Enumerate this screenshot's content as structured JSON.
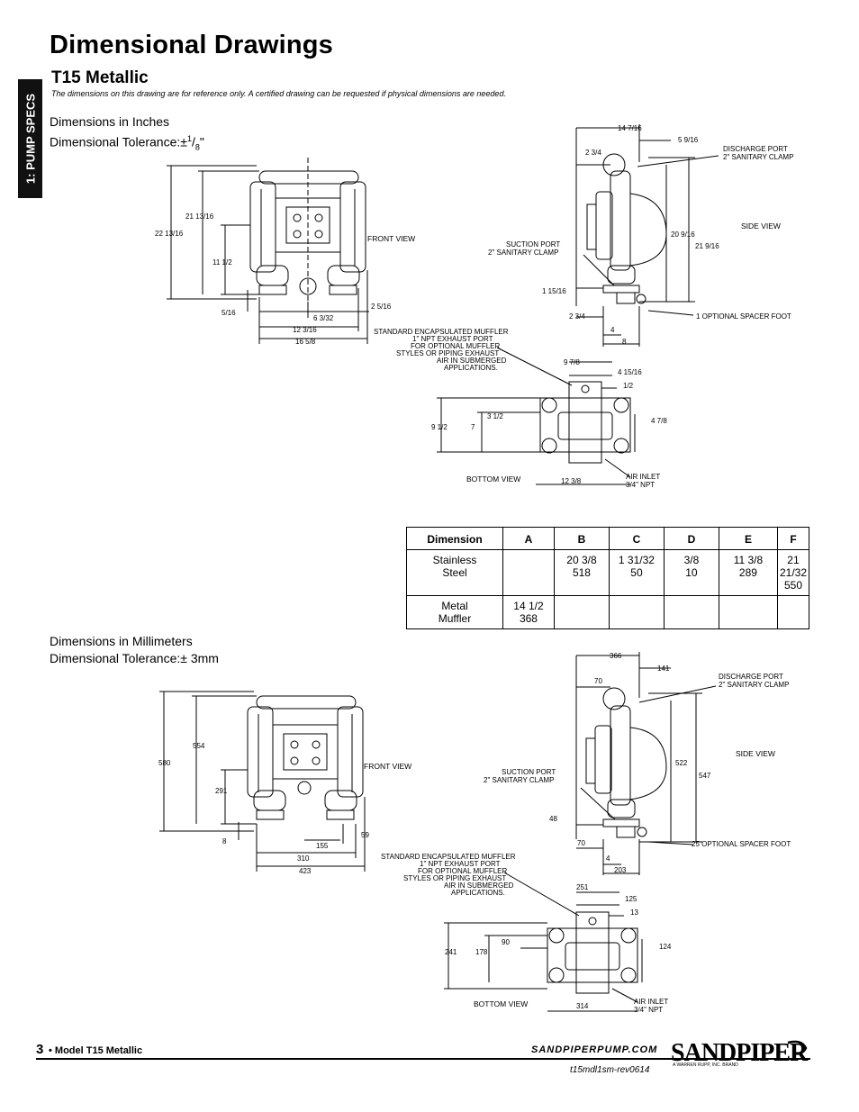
{
  "header": {
    "title": "Dimensional Drawings",
    "subtitle": "T15 Metallic",
    "disclaimer": "The dimensions on this drawing are for reference only.  A certified drawing can be requested if physical dimensions are needed."
  },
  "side_tab": "1: PUMP SPECS",
  "inches": {
    "heading": "Dimensions in Inches",
    "tolerance_prefix": "Dimensional Tolerance:±",
    "tolerance_num": "1",
    "tolerance_den": "8",
    "tolerance_suffix": "\"",
    "front": {
      "view_label": "FRONT VIEW",
      "d1": "22 13/16",
      "d2": "21 13/16",
      "d3": "11 1/2",
      "d4": "5/16",
      "d5": "2 5/16",
      "d6": "6 3/32",
      "d7": "12 3/16",
      "d8": "16 5/8"
    },
    "side": {
      "view_label": "SIDE VIEW",
      "discharge": "DISCHARGE PORT",
      "discharge2": "2\" SANITARY CLAMP",
      "suction": "SUCTION PORT",
      "suction2": "2\" SANITARY CLAMP",
      "spacer": "1 OPTIONAL SPACER FOOT",
      "d1": "14 7/16",
      "d2": "5 9/16",
      "d3": "2 3/4",
      "d4": "20 9/16",
      "d5": "21 9/16",
      "d6": "1 15/16",
      "d7": "2 3/4",
      "d8": "4",
      "d9": "8"
    },
    "bottom": {
      "view_label": "BOTTOM VIEW",
      "muffler": [
        "STANDARD ENCAPSULATED MUFFLER",
        "1\" NPT EXHAUST PORT",
        "FOR OPTIONAL MUFFLER",
        "STYLES OR PIPING EXHAUST",
        "AIR IN SUBMERGED",
        "APPLICATIONS."
      ],
      "air_inlet": "AIR INLET",
      "air_inlet2": "3/4\" NPT",
      "d1": "9 7/8",
      "d2": "4 15/16",
      "d3": "1/2",
      "d4": "3 1/2",
      "d5": "9 1/2",
      "d6": "7",
      "d7": "4 7/8",
      "d8": "12 3/8"
    }
  },
  "table": {
    "headers": [
      "Dimension",
      "A",
      "B",
      "C",
      "D",
      "E",
      "F"
    ],
    "rows": [
      {
        "label1": "Stainless",
        "label2": "Steel",
        "a1": "",
        "a2": "",
        "b1": "20 3/8",
        "b2": "518",
        "c1": "1 31/32",
        "c2": "50",
        "d1": "3/8",
        "d2": "10",
        "e1": "11 3/8",
        "e2": "289",
        "f1": "21 21/32",
        "f2": "550"
      },
      {
        "label1": "Metal",
        "label2": "Muffler",
        "a1": "14 1/2",
        "a2": "368",
        "b1": "",
        "b2": "",
        "c1": "",
        "c2": "",
        "d1": "",
        "d2": "",
        "e1": "",
        "e2": "",
        "f1": "",
        "f2": ""
      }
    ]
  },
  "mm": {
    "heading": "Dimensions in Millimeters",
    "tolerance": "Dimensional Tolerance:± 3mm",
    "front": {
      "view_label": "FRONT VIEW",
      "d1": "580",
      "d2": "554",
      "d3": "291",
      "d4": "8",
      "d5": "59",
      "d6": "155",
      "d7": "310",
      "d8": "423"
    },
    "side": {
      "view_label": "SIDE VIEW",
      "discharge": "DISCHARGE PORT",
      "discharge2": "2\" SANITARY CLAMP",
      "suction": "SUCTION PORT",
      "suction2": "2\" SANITARY CLAMP",
      "spacer": "25 OPTIONAL SPACER FOOT",
      "d1": "366",
      "d2": "141",
      "d3": "70",
      "d4": "522",
      "d5": "547",
      "d6": "48",
      "d7": "70",
      "d8": "4",
      "d9": "203"
    },
    "bottom": {
      "view_label": "BOTTOM VIEW",
      "muffler": [
        "STANDARD ENCAPSULATED MUFFLER",
        "1\" NPT EXHAUST PORT",
        "FOR OPTIONAL MUFFLER",
        "STYLES OR PIPING EXHAUST",
        "AIR IN SUBMERGED",
        "APPLICATIONS."
      ],
      "air_inlet": "AIR INLET",
      "air_inlet2": "3/4\" NPT",
      "d1": "251",
      "d2": "125",
      "d3": "13",
      "d4": "90",
      "d5": "241",
      "d6": "178",
      "d7": "124",
      "d8": "314"
    }
  },
  "footer": {
    "page_number": "3",
    "model": "• Model T15 Metallic",
    "website": "SANDPIPERPUMP.COM",
    "doc_code": "t15mdl1sm-rev0614",
    "logo_text": "SANDPIPER",
    "logo_tagline": "A WARREN RUPP, INC. BRAND"
  }
}
